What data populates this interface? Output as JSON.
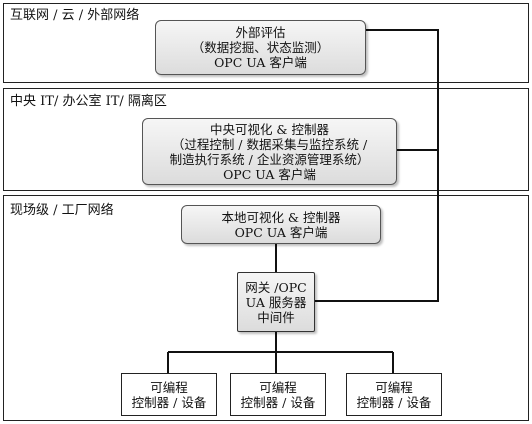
{
  "zones": {
    "internet": "互联网 / 云 / 外部网络",
    "central": "中央 IT/ 办公室 IT/ 隔离区",
    "field": "现场级 / 工厂网络"
  },
  "boxes": {
    "external_eval": [
      "外部评估",
      "（数据挖掘、状态监测）",
      "OPC UA 客户端"
    ],
    "central_hmi": [
      "中央可视化 & 控制器",
      "（过程控制 / 数据采集与监控系统 /",
      "制造执行系统 / 企业资源管理系统）",
      "OPC UA 客户端"
    ],
    "local_hmi": [
      "本地可视化 & 控制器",
      "OPC UA 客户端"
    ],
    "gateway": [
      "网关 /OPC",
      "UA 服务器",
      "中间件"
    ],
    "plc": [
      "可编程",
      "控制器 / 设备"
    ]
  }
}
